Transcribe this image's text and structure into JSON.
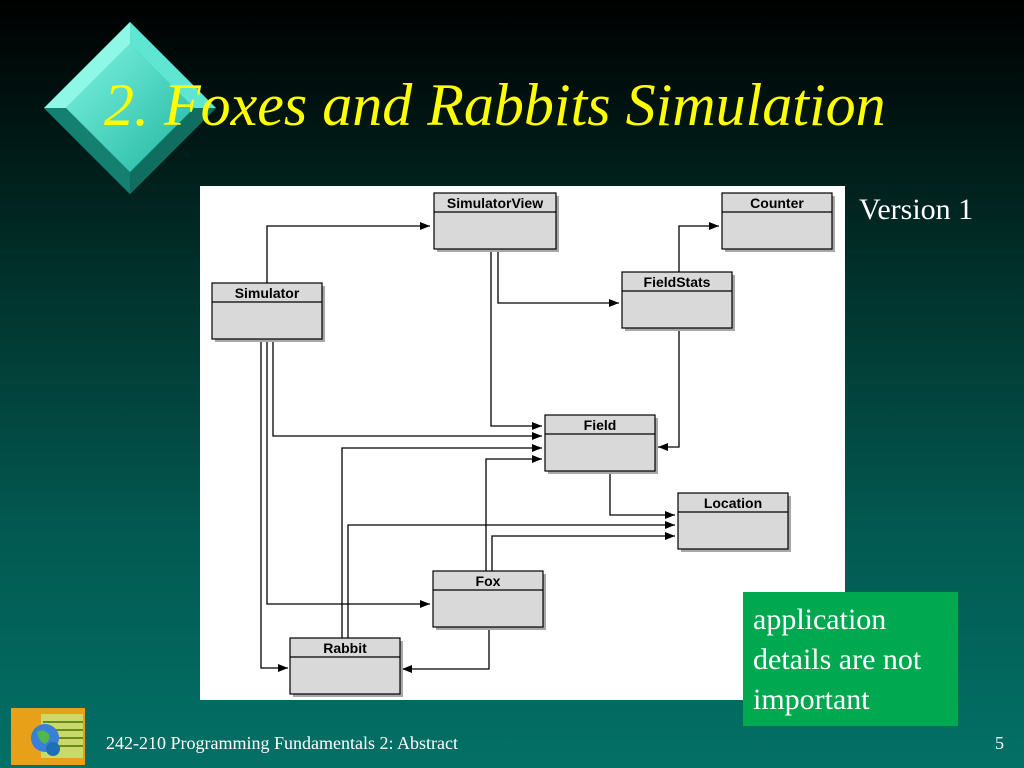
{
  "slide": {
    "title": "2. Foxes and Rabbits Simulation",
    "version_label": "Version 1",
    "callout_lines": [
      "application",
      "details are not",
      "important"
    ],
    "footer": "242-210 Programming Fundamentals 2: Abstract",
    "page_number": "5"
  },
  "diagram": {
    "classes": {
      "simulator": "Simulator",
      "simulator_view": "SimulatorView",
      "counter": "Counter",
      "field_stats": "FieldStats",
      "field": "Field",
      "location": "Location",
      "fox": "Fox",
      "rabbit": "Rabbit"
    }
  },
  "colors": {
    "title": "#ffff00",
    "callout_bg": "#00a84f",
    "diamond": "#2fc9b3",
    "class_box": "#d9d9d9"
  }
}
